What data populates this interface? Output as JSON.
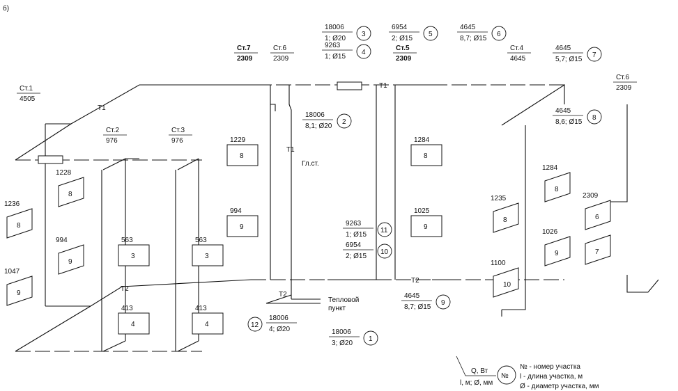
{
  "figure_label": "б)",
  "mains": {
    "t1": "Т1",
    "t2": "Т2",
    "riser_main": "Гл.ст."
  },
  "heat_point": {
    "line1": "Тепловой",
    "line2": "пункт"
  },
  "risers": [
    {
      "name": "Ст.1",
      "load": "4505"
    },
    {
      "name": "Ст.2",
      "load": "976"
    },
    {
      "name": "Ст.3",
      "load": "976"
    },
    {
      "name": "Ст.7",
      "load": "2309"
    },
    {
      "name": "Ст.6",
      "load": "2309"
    },
    {
      "name": "Ст.5",
      "load": "2309"
    },
    {
      "name": "Ст.4",
      "load": "4645"
    },
    {
      "name": "Ст.6",
      "load": "2309"
    }
  ],
  "sections": [
    {
      "num": "1",
      "load": "18006",
      "params": "3; Ø20"
    },
    {
      "num": "2",
      "load": "18006",
      "params": "8,1; Ø20"
    },
    {
      "num": "3",
      "load": "18006",
      "params": "1; Ø20"
    },
    {
      "num": "4",
      "load": "9263",
      "params": "1; Ø15"
    },
    {
      "num": "5",
      "load": "6954",
      "params": "2; Ø15"
    },
    {
      "num": "6",
      "load": "4645",
      "params": "8,7; Ø15"
    },
    {
      "num": "7",
      "load": "4645",
      "params": "5,7; Ø15"
    },
    {
      "num": "8",
      "load": "4645",
      "params": "8,6; Ø15"
    },
    {
      "num": "9",
      "load": "4645",
      "params": "8,7; Ø15"
    },
    {
      "num": "10",
      "load": "6954",
      "params": "2; Ø15"
    },
    {
      "num": "11",
      "load": "9263",
      "params": "1; Ø15"
    },
    {
      "num": "12",
      "load": "18006",
      "params": "4; Ø20"
    }
  ],
  "radiators": [
    {
      "num": "8",
      "load": "1236"
    },
    {
      "num": "8",
      "load": "1228"
    },
    {
      "num": "9",
      "load": "1047"
    },
    {
      "num": "9",
      "load": "994"
    },
    {
      "num": "3",
      "load": "563"
    },
    {
      "num": "4",
      "load": "413"
    },
    {
      "num": "3",
      "load": "563"
    },
    {
      "num": "4",
      "load": "413"
    },
    {
      "num": "8",
      "load": "1229"
    },
    {
      "num": "9",
      "load": "994"
    },
    {
      "num": "8",
      "load": "1284"
    },
    {
      "num": "9",
      "load": "1025"
    },
    {
      "num": "8",
      "load": "1235"
    },
    {
      "num": "8",
      "load": "1284"
    },
    {
      "num": "10",
      "load": "1100"
    },
    {
      "num": "9",
      "load": "1026"
    },
    {
      "num": "6",
      "load": "2309"
    },
    {
      "num": "7",
      "load": ""
    }
  ],
  "legend": {
    "top": "Q, Вт",
    "bottom": "l, м; Ø, мм",
    "circle": "№",
    "item1": "№ - номер участка",
    "item2": "l - длина участка, м",
    "item3": "Ø - диаметр участка, мм"
  }
}
